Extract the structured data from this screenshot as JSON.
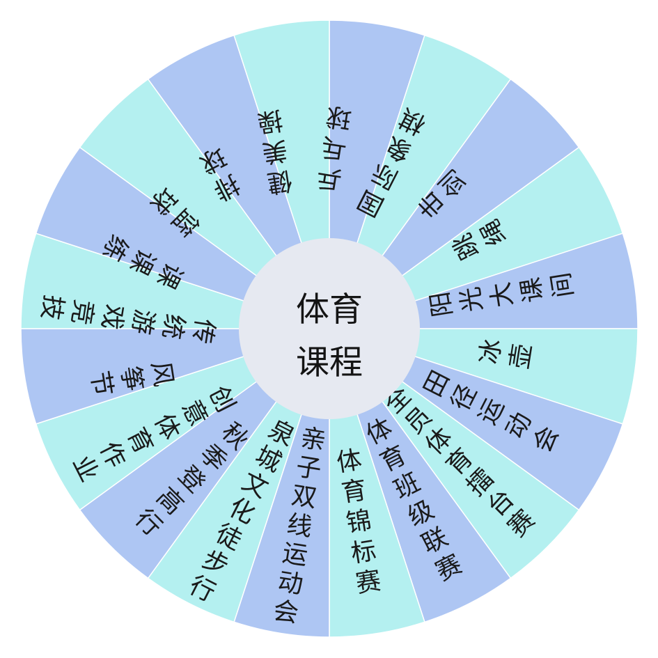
{
  "center": {
    "line1": "体育",
    "line2": "课程"
  },
  "colors": {
    "blue": "#aec6f3",
    "cyan": "#b4f0f0",
    "hub": "#e6e9f1",
    "divider": "#ffffff"
  },
  "sectors": [
    {
      "label": "乒乓球",
      "color": "blue"
    },
    {
      "label": "国际象棋",
      "color": "cyan"
    },
    {
      "label": "击剑",
      "color": "blue"
    },
    {
      "label": "跳绳",
      "color": "cyan"
    },
    {
      "label": "阳光大课间",
      "color": "blue"
    },
    {
      "label": "冰壶",
      "color": "cyan"
    },
    {
      "label": "田径运动会",
      "color": "blue"
    },
    {
      "label": "全员体育擂台赛",
      "color": "cyan"
    },
    {
      "label": "体育班级联赛",
      "color": "blue"
    },
    {
      "label": "体育锦标赛",
      "color": "cyan"
    },
    {
      "label": "亲子双线运动会",
      "color": "blue"
    },
    {
      "label": "泉城文化徒步行",
      "color": "cyan"
    },
    {
      "label": "秋季登高行",
      "color": "blue"
    },
    {
      "label": "创意体育作业",
      "color": "cyan"
    },
    {
      "label": "风筝节",
      "color": "blue"
    },
    {
      "label": "传统游戏竞技",
      "color": "cyan"
    },
    {
      "label": "课课练",
      "color": "blue"
    },
    {
      "label": "篮球",
      "color": "cyan"
    },
    {
      "label": "排球",
      "color": "blue"
    },
    {
      "label": "健美操",
      "color": "cyan"
    }
  ]
}
